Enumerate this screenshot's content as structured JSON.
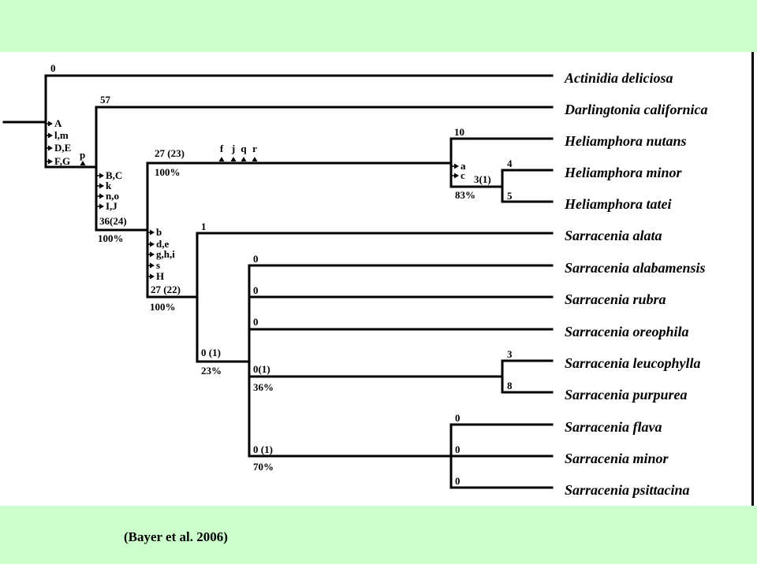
{
  "colors": {
    "band": "#ccffcc",
    "ink": "#000000"
  },
  "citation": "(Bayer et al. 2006)",
  "taxa": [
    "Actinidia deliciosa",
    "Darlingtonia californica",
    "Heliamphora nutans",
    "Heliamphora minor",
    "Heliamphora tatei",
    "Sarracenia alata",
    "Sarracenia alabamensis",
    "Sarracenia rubra",
    "Sarracenia oreophila",
    "Sarracenia leucophylla",
    "Sarracenia purpurea",
    "Sarracenia flava",
    "Sarracenia minor",
    "Sarracenia psittacina"
  ],
  "branch_lengths": {
    "actinidia": "0",
    "darlingtonia": "57",
    "heliamphora_clade": "27 (23)",
    "h_nutans": "10",
    "h_minor_tatei": "3(1)",
    "h_minor": "4",
    "h_tatei": "5",
    "sarracenia_alata": "1",
    "s_alabamensis": "0",
    "s_rubra": "0",
    "s_oreophila": "0",
    "s_core": "0 (1)",
    "leucophylla_purpurea": "0(1)",
    "s_leucophylla": "3",
    "s_purpurea": "8",
    "flava_clade": "0 (1)",
    "s_flava": "0",
    "s_minor": "0",
    "s_psittacina": "0",
    "sarraceniaceae_heli_sarr": "36(24)",
    "sarracenia": "27 (22)"
  },
  "support": {
    "heliamphora_clade": "100%",
    "heliamphora_sub": "83%",
    "sarraceniaceae_heli_sarr": "100%",
    "sarracenia": "100%",
    "s_core": "23%",
    "leucophylla_purpurea": "36%",
    "flava_clade": "70%"
  },
  "characters": {
    "root": [
      "A",
      "l,m",
      "D,E",
      "F,G"
    ],
    "root_up": "p",
    "sarraceniaceae": [
      "B,C",
      "k",
      "n,o",
      "I,J"
    ],
    "sarracenia": [
      "b",
      "d,e",
      "g,h,i",
      "s",
      "H"
    ],
    "heliamphora_up": [
      "f",
      "j",
      "q",
      "r"
    ],
    "heliamphora_sub": [
      "a",
      "c"
    ]
  }
}
